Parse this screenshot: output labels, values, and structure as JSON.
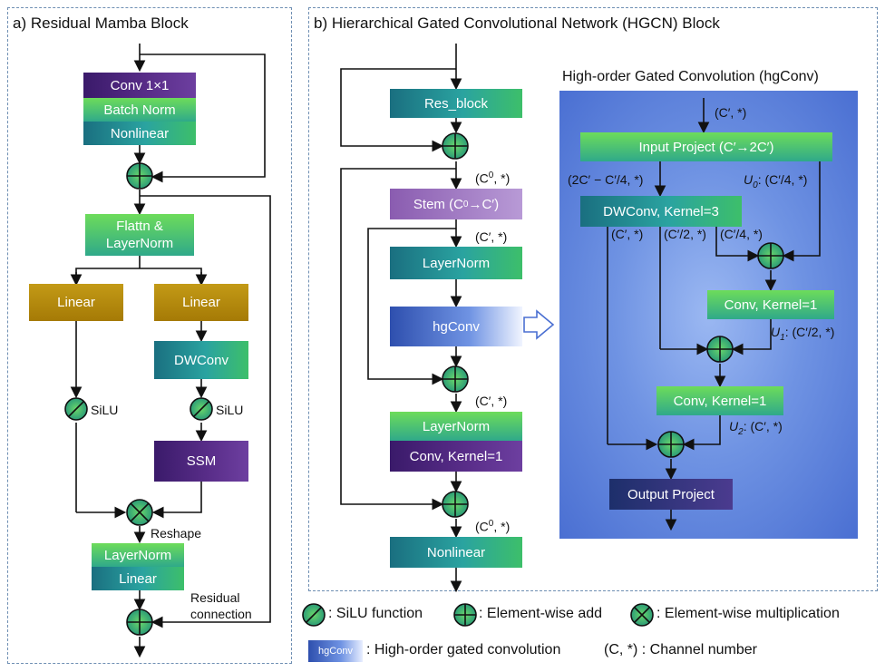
{
  "panel_a": {
    "title": "a) Residual Mamba Block",
    "conv": "Conv 1×1",
    "batchnorm": "Batch Norm",
    "nonlinear": "Nonlinear",
    "flatten": "Flattn &",
    "flatten2": "LayerNorm",
    "linear_left": "Linear",
    "linear_right": "Linear",
    "dwconv": "DWConv",
    "silu_left": "SiLU",
    "silu_right": "SiLU",
    "ssm": "SSM",
    "reshape": "Reshape",
    "layernorm": "LayerNorm",
    "linear_bottom": "Linear",
    "residual": "Residual",
    "connection": "connection"
  },
  "panel_b": {
    "title": "b) Hierarchical Gated Convolutional Network (HGCN) Block",
    "res_block": "Res_block",
    "c0_1": "(C",
    "c0_1b": ", *)",
    "stem": "Stem  (C",
    "stem2": "→C′)",
    "cprime_1": "(C′, *)",
    "layernorm_1": "LayerNorm",
    "hgconv": "hgConv",
    "cprime_2": "(C′, *)",
    "layernorm_2": "LayerNorm",
    "conv_k1": "Conv, Kernel=1",
    "c0_2": "(C",
    "c0_2b": ", *)",
    "nonlinear": "Nonlinear",
    "sup0": "0"
  },
  "hgconv": {
    "title": "High-order Gated Convolution (hgConv)",
    "in_shape": "(C′, *)",
    "input_project": "Input Project  (C′→2C′)",
    "split_left": "(2C′ − C′/4, *)",
    "u0_label": "U",
    "u0_sub": "0",
    "u0_shape": ": (C′/4, *)",
    "dwconv": "DWConv, Kernel=3",
    "sh_a": "(C′, *)",
    "sh_b": "(C′/2, *)",
    "sh_c": "(C′/4, *)",
    "conv1": "Conv, Kernel=1",
    "u1_label": "U",
    "u1_sub": "1",
    "u1_shape": ": (C′/2, *)",
    "conv2": "Conv, Kernel=1",
    "u2_label": "U",
    "u2_sub": "2",
    "u2_shape": ": (C′, *)",
    "output_project": "Output Project"
  },
  "legend": {
    "silu": ": SiLU function",
    "add": ": Element-wise add",
    "mul": ": Element-wise multiplication",
    "hg_tag": "hgConv",
    "hg_desc": ": High-order gated convolution",
    "channel": "(C, *) : Channel number"
  },
  "colors": {
    "teal": "#1f8a8a",
    "green": "#4cc46a",
    "purple": "#4a2478",
    "gold": "#b38a0e",
    "lavender": "#a07cc6",
    "hg_panel": "#6d8fe0",
    "dashed_border": "#6f8fb3"
  }
}
